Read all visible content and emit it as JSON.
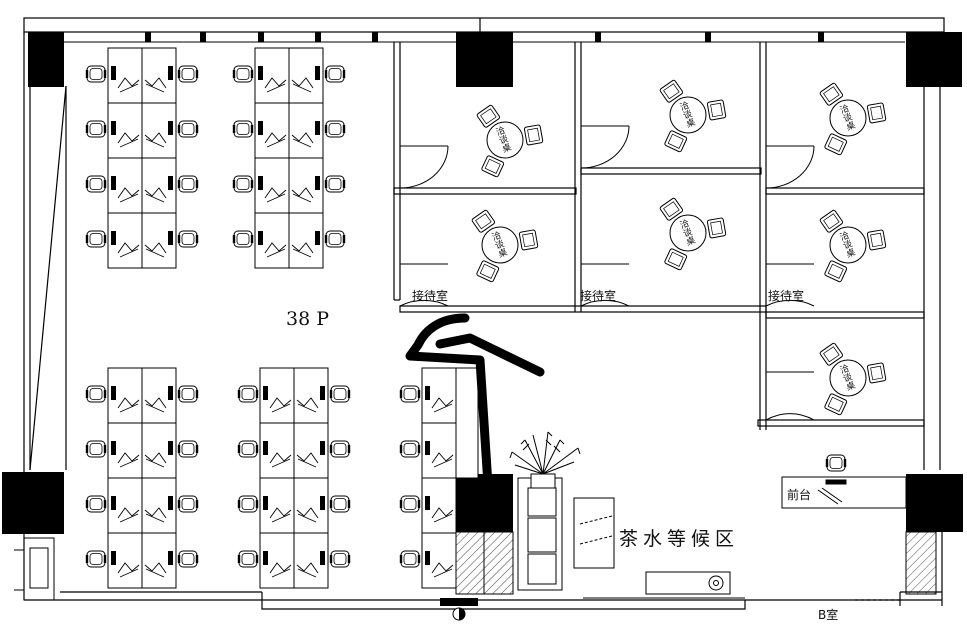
{
  "labels": {
    "open_office": "38 P",
    "reception_room": "接待室",
    "front_desk": "前台",
    "tea_waiting_area": "茶水等候区",
    "room_b": "B室",
    "round_table": "洽谈桌"
  },
  "colors": {
    "line": "#000000",
    "background": "#ffffff",
    "pillar": "#000000"
  }
}
